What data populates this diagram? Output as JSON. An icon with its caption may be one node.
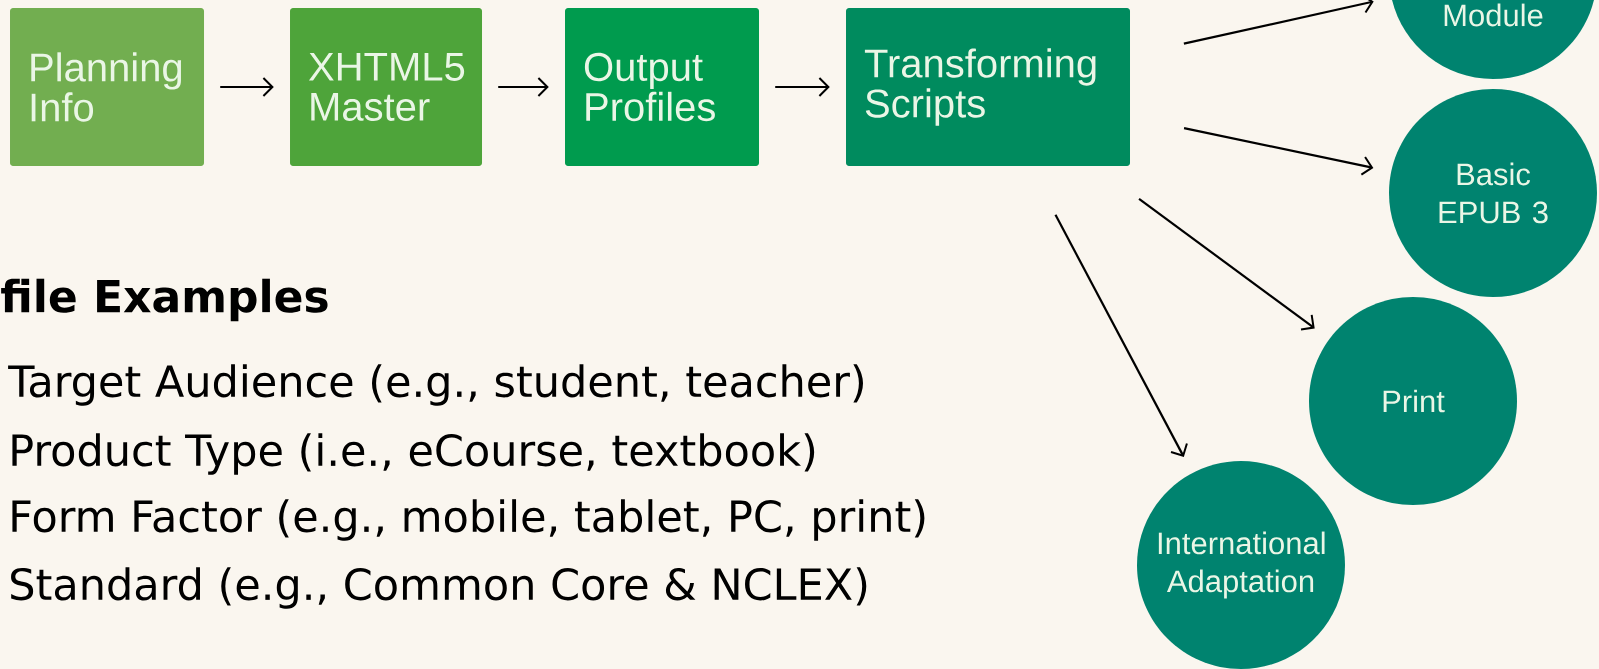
{
  "diagram": {
    "nodes": [
      {
        "text": [
          "Planning Info"
        ]
      },
      {
        "text": [
          "XHTML5 Master"
        ]
      },
      {
        "text": [
          "Output Profiles"
        ]
      },
      {
        "text": [
          "Transforming Scripts"
        ]
      },
      {
        "text": [
          "Module"
        ]
      },
      {
        "text": [
          "Basic EPUB 3"
        ]
      },
      {
        "text": [
          "Print"
        ]
      },
      {
        "text": [
          "International Adaptation"
        ]
      }
    ],
    "edges": [
      {
        "from": 0,
        "to": 1,
        "arrow": "to"
      },
      {
        "from": 1,
        "to": 2,
        "arrow": "to"
      },
      {
        "from": 2,
        "to": 3,
        "arrow": "to"
      },
      {
        "from": 3,
        "to": 4,
        "arrow": "to"
      },
      {
        "from": 3,
        "to": 5,
        "arrow": "to"
      },
      {
        "from": 3,
        "to": 6,
        "arrow": "to"
      },
      {
        "from": 3,
        "to": 7,
        "arrow": "to"
      }
    ],
    "labels": [
      "file Examples",
      "Target Audience (e.g., student, teacher)",
      "Product Type (i.e., eCourse, textbook)",
      "Form Factor (e.g., mobile, tablet, PC, print)",
      "Standard (e.g., Common Core & NCLEX)"
    ]
  }
}
